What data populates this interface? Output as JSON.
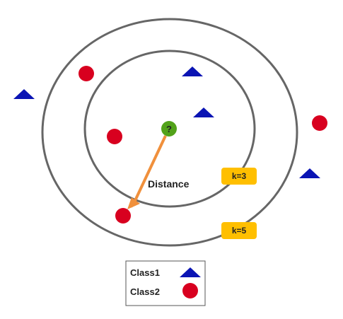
{
  "diagram": {
    "query_label": "?",
    "distance_label": "Distance",
    "k_small_label": "k=3",
    "k_large_label": "k=5"
  },
  "legend": {
    "class1_label": "Class1",
    "class2_label": "Class2"
  },
  "colors": {
    "class1": "#0a14b4",
    "class2": "#d8001f",
    "query": "#52a21a",
    "arrow": "#f0903c",
    "circle": "#666666",
    "badge": "#ffbf00"
  }
}
